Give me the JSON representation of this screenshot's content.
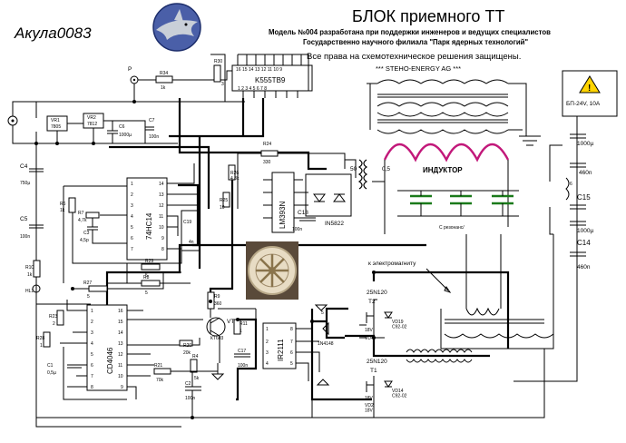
{
  "header": {
    "title": "БЛОК приемного ТТ",
    "subtitle_1": "Модель №004 разработана при поддержки инженеров и ведущих специалистов",
    "subtitle_2": "Государственно научного филиала  \"Парк ядерных технологий\"",
    "rights": "Все права на  схемотехническое решения защищены.",
    "company": "*** STEHO-ENERGY AG ***"
  },
  "logo": {
    "text": "Акула0083"
  },
  "chips": {
    "k555": "K555TB9",
    "hc14": "74HC14",
    "lm393": "LM393N",
    "cd4046": "CD4046",
    "ir2111": "IR2111",
    "vr1": "VR1\n7805",
    "vr2": "VR2\n7812"
  },
  "labels": {
    "inductor": "ИНДУКТОР",
    "resonance": "С резонанс/",
    "to_magnet": "к электромагниту",
    "psu": "БП-24V,  10A",
    "diode_1n5822": "IN5822",
    "n05": "0,5",
    "n50": "50",
    "n6": "6",
    "n25": "25N120",
    "t2": "T2",
    "t1": "T1",
    "p": "P",
    "kt603": "КТ603",
    "vt1": "VT1",
    "d1n4148": "1N4148",
    "vd19": "VD19\nC92-02",
    "vd14": "VD14\nC92-02",
    "vd4": "VD4\n18V",
    "vd2": "VD2\n18V",
    "v18a": "18V",
    "v18b": "18V",
    "hl1": "HL1"
  },
  "components": {
    "r34": "R34\n1k",
    "r30": "R30\n3",
    "c6": "C6\n1000µ",
    "c7": "C7\n100n",
    "c4": "C4\n750µ",
    "c5": "C5\n100n",
    "r10": "R10\n1k",
    "r6": "R6\n1k",
    "r7": "R7\n4,7k",
    "c3": "C3\n4,5p",
    "r24": "R24\n330",
    "r26": "R26\n4.8k",
    "r25": "R25\n10",
    "c18": "C18\n100n",
    "c19": "C19\n4n",
    "r29": "R29\n5",
    "r27": "R27\n5",
    "r8": "R8\n5",
    "r9": "R9\n360",
    "r23": "R23\n2",
    "r28": "R28\n1",
    "r11": "R11\n1",
    "r21": "R21\n70k",
    "r20": "R20\n20k",
    "r4": "R4\n5k",
    "c2": "C2\n100n",
    "c17": "C17\n100n",
    "c1": "C1\n0,5µ",
    "r5": "5"
  },
  "psu_caps": {
    "c1000a": "1000µ",
    "c460a": "460n",
    "c15": "C15",
    "c1000b": "1000µ",
    "c14": "C14",
    "c460b": "460n"
  },
  "warning_icon": "warning-triangle-icon"
}
